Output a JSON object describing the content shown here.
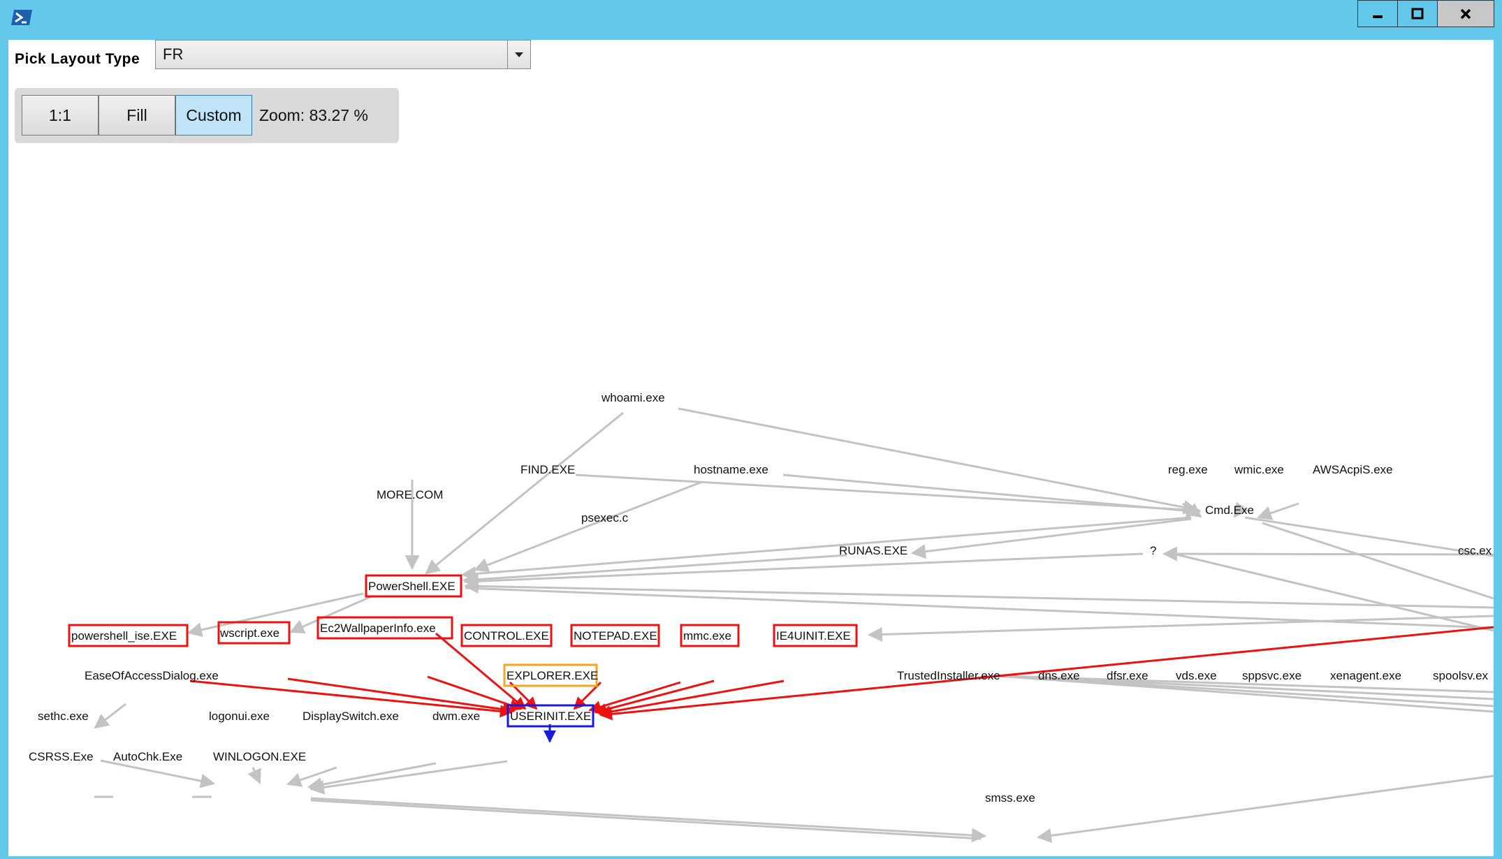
{
  "window": {
    "title": "",
    "controls": {
      "minimize": "minimize",
      "maximize": "maximize",
      "close": "close"
    }
  },
  "layout_picker": {
    "label": "Pick Layout Type",
    "selected": "FR"
  },
  "zoom": {
    "buttons": [
      "1:1",
      "Fill",
      "Custom"
    ],
    "active": "Custom",
    "readout": "Zoom: 83.27 %"
  },
  "graph": {
    "nodes": {
      "whoami": "whoami.exe",
      "find": "FIND.EXE",
      "hostname": "hostname.exe",
      "more": "MORE.COM",
      "psexec": "psexec.c",
      "reg": "reg.exe",
      "wmic": "wmic.exe",
      "awsacpis": "AWSAcpiS.exe",
      "cmd": "Cmd.Exe",
      "runas": "RUNAS.EXE",
      "question": "?",
      "csc": "csc.ex",
      "powershell": "PowerShell.EXE",
      "powershell_ise": "powershell_ise.EXE",
      "wscript": "wscript.exe",
      "ec2wallpaper": "Ec2WallpaperInfo.exe",
      "control": "CONTROL.EXE",
      "notepad": "NOTEPAD.EXE",
      "mmc": "mmc.exe",
      "ie4uinit": "IE4UINIT.EXE",
      "explorer": "EXPLORER.EXE",
      "userinit": "USERINIT.EXE",
      "easeofaccess": "EaseOfAccessDialog.exe",
      "sethc": "sethc.exe",
      "logonui": "logonui.exe",
      "displayswitch": "DisplaySwitch.exe",
      "dwm": "dwm.exe",
      "csrss": "CSRSS.Exe",
      "autochk": "AutoChk.Exe",
      "winlogon": "WINLOGON.EXE",
      "smss": "smss.exe",
      "trustedinstaller": "TrustedInstaller.exe",
      "dns": "dns.exe",
      "dfsr": "dfsr.exe",
      "vds": "vds.exe",
      "sppsvc": "sppsvc.exe",
      "xenagent": "xenagent.exe",
      "spoolsv": "spoolsv.ex"
    },
    "colors": {
      "edge": "#c3c3c3",
      "highlight_edge": "#ee1111",
      "highlight_border": "#ee1111",
      "explorer_border": "#f5a623",
      "userinit_border": "#1a1adf",
      "userinit_edge": "#1a1adf"
    }
  }
}
